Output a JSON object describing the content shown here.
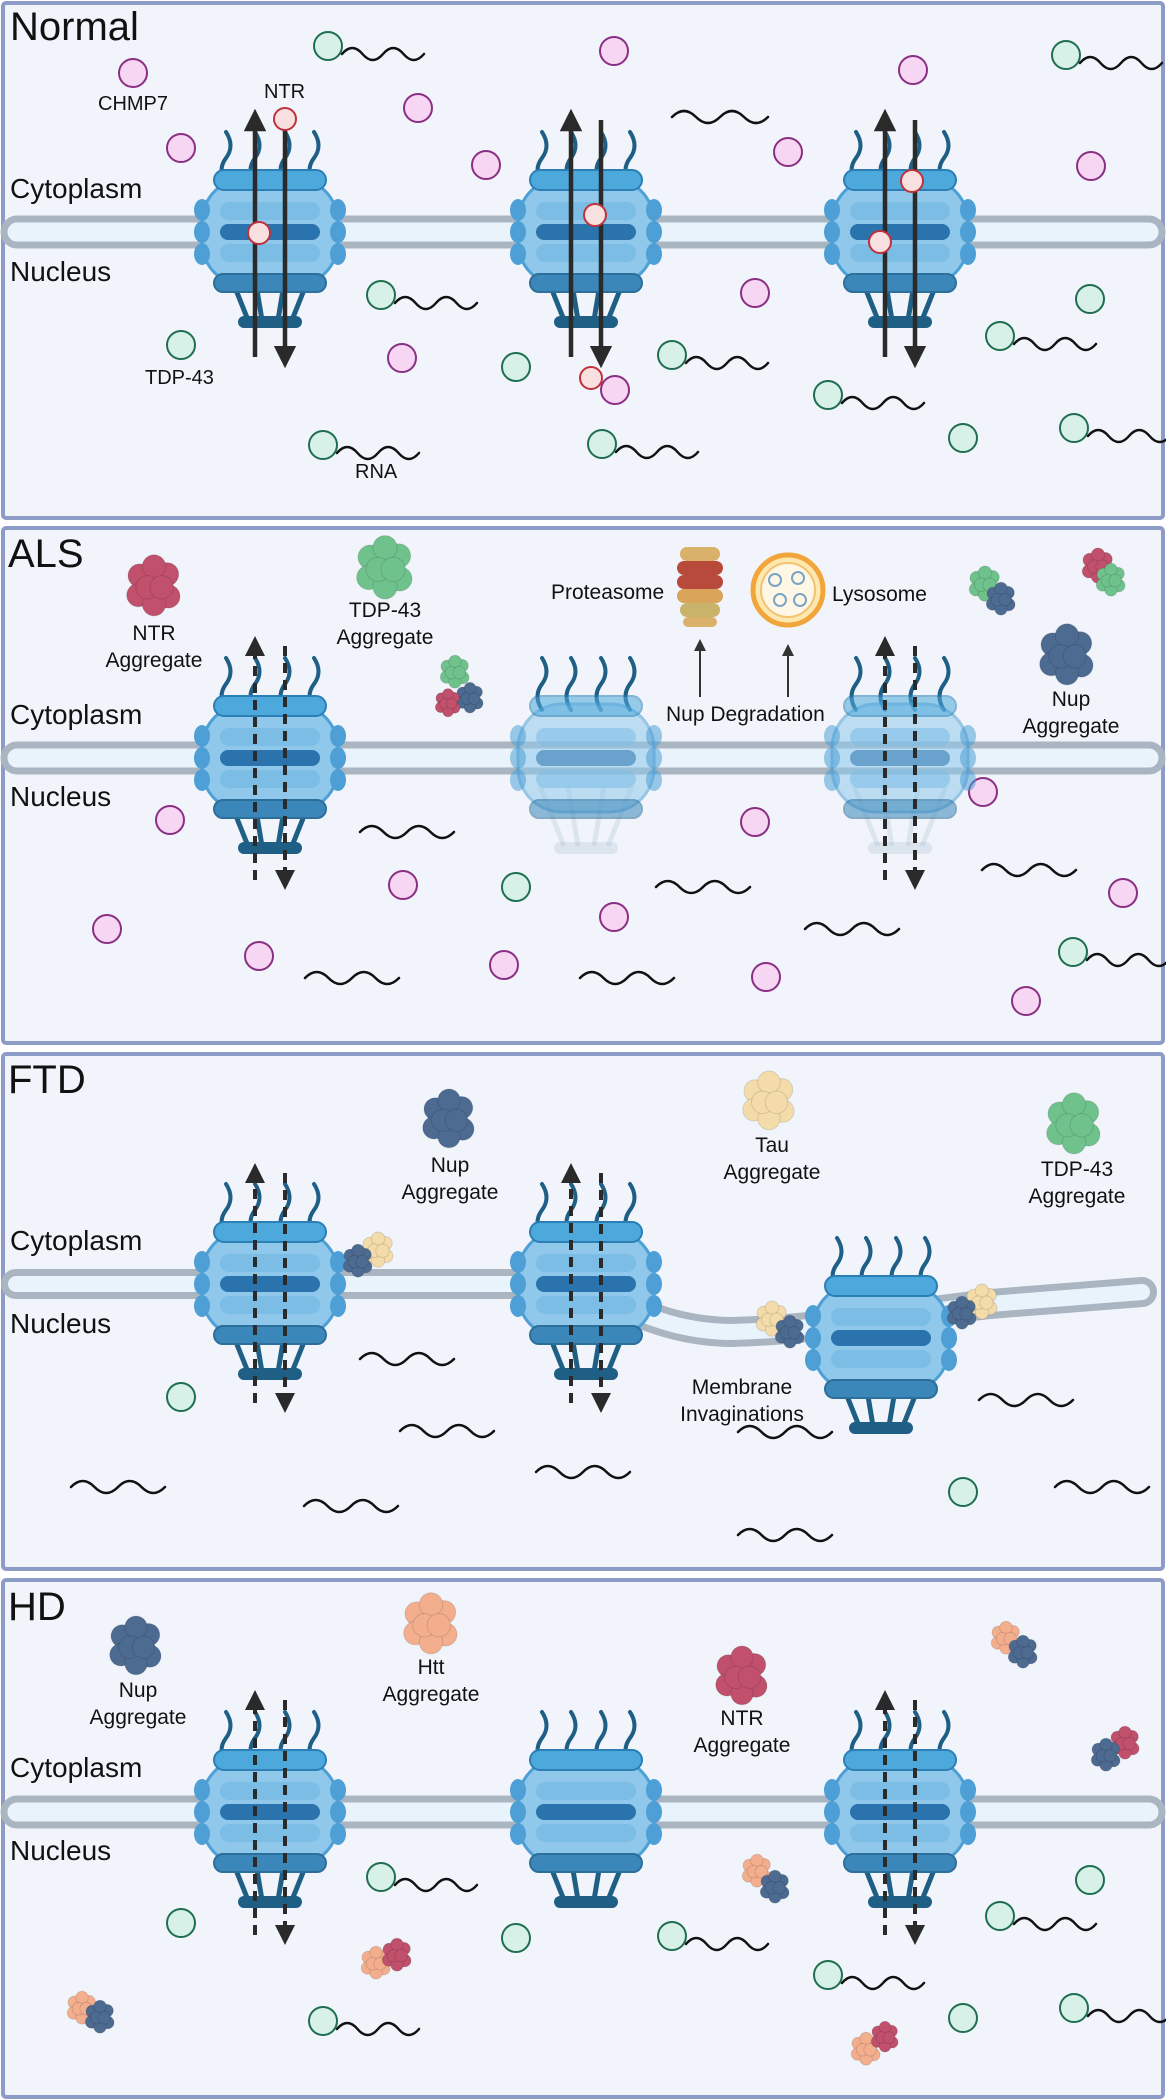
{
  "panels": {
    "normal": {
      "title": "Normal",
      "cytoplasm": "Cytoplasm",
      "nucleus": "Nucleus",
      "chmp7": "CHMP7",
      "ntr": "NTR",
      "tdp43": "TDP-43",
      "rna": "RNA"
    },
    "als": {
      "title": "ALS",
      "cytoplasm": "Cytoplasm",
      "nucleus": "Nucleus",
      "ntr_line1": "NTR",
      "ntr_line2": "Aggregate",
      "tdp_line1": "TDP-43",
      "tdp_line2": "Aggregate",
      "proteasome": "Proteasome",
      "lysosome": "Lysosome",
      "nup_degradation": "Nup Degradation",
      "nup_line1": "Nup",
      "nup_line2": "Aggregate"
    },
    "ftd": {
      "title": "FTD",
      "cytoplasm": "Cytoplasm",
      "nucleus": "Nucleus",
      "nup_line1": "Nup",
      "nup_line2": "Aggregate",
      "tau_line1": "Tau",
      "tau_line2": "Aggregate",
      "tdp_line1": "TDP-43",
      "tdp_line2": "Aggregate",
      "mem_line1": "Membrane",
      "mem_line2": "Invaginations"
    },
    "hd": {
      "title": "HD",
      "cytoplasm": "Cytoplasm",
      "nucleus": "Nucleus",
      "nup_line1": "Nup",
      "nup_line2": "Aggregate",
      "htt_line1": "Htt",
      "htt_line2": "Aggregate",
      "ntr_line1": "NTR",
      "ntr_line2": "Aggregate"
    }
  },
  "colors": {
    "panel_bg": "#f1f5fb",
    "panel_border": "#8d9cc7",
    "membrane": "#e9f3fc",
    "membrane_border": "#a9b6c2",
    "chmp7": "#f6d6f2",
    "chmp7_stroke": "#8a2f83",
    "tdp43": "#d8f1e8",
    "tdp43_stroke": "#1f6e50",
    "ntr": "#f8e0e0",
    "ntr_stroke": "#c0313b",
    "nup_aggregate": "#4d6a91",
    "ntr_aggregate": "#c0506c",
    "tdp43_aggregate": "#6fc28c",
    "tau_aggregate": "#f4dcaa",
    "htt_aggregate": "#f3ae8d",
    "pore_light": "#8fc8ea",
    "pore_mid": "#4d9fd6",
    "pore_dark": "#1f5f86"
  }
}
